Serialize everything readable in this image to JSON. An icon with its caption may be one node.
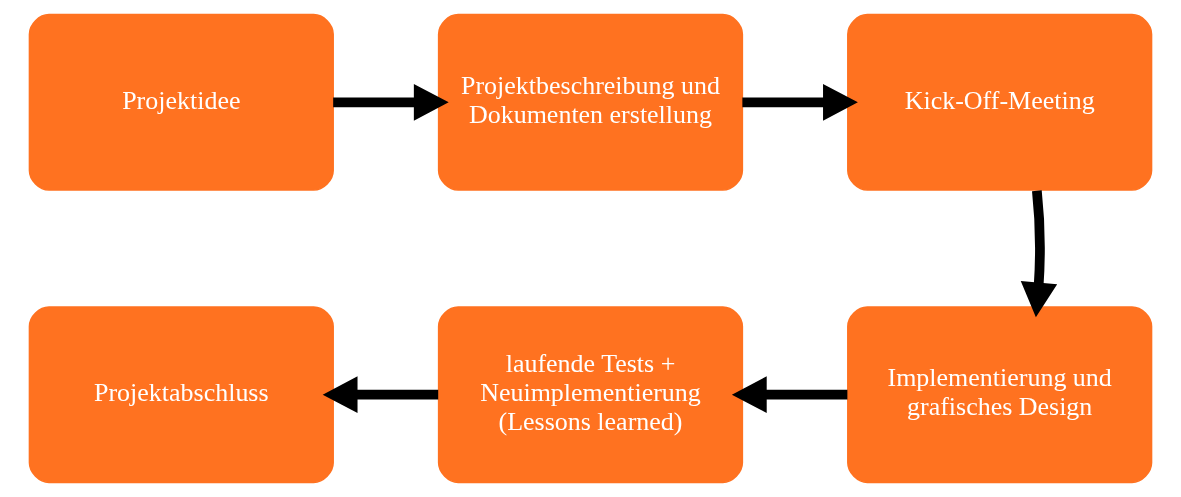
{
  "diagram": {
    "nodes": [
      {
        "text": [
          "Projektidee"
        ]
      },
      {
        "text": [
          "Projektbeschreibung und Dokumenten erstellung"
        ]
      },
      {
        "text": [
          "Kick-Off-Meeting"
        ]
      },
      {
        "text": [
          "Implementierung und grafisches Design"
        ]
      },
      {
        "text": [
          "laufende Tests + Neuimplementierung (Lessons learned)"
        ]
      },
      {
        "text": [
          "Projektabschluss"
        ]
      }
    ],
    "edges": [
      {
        "from": 0,
        "to": 1,
        "arrow": "to"
      },
      {
        "from": 1,
        "to": 2,
        "arrow": "to"
      },
      {
        "from": 2,
        "to": 3,
        "arrow": "to"
      },
      {
        "from": 3,
        "to": 4,
        "arrow": "to"
      },
      {
        "from": 4,
        "to": 5,
        "arrow": "to"
      }
    ]
  }
}
